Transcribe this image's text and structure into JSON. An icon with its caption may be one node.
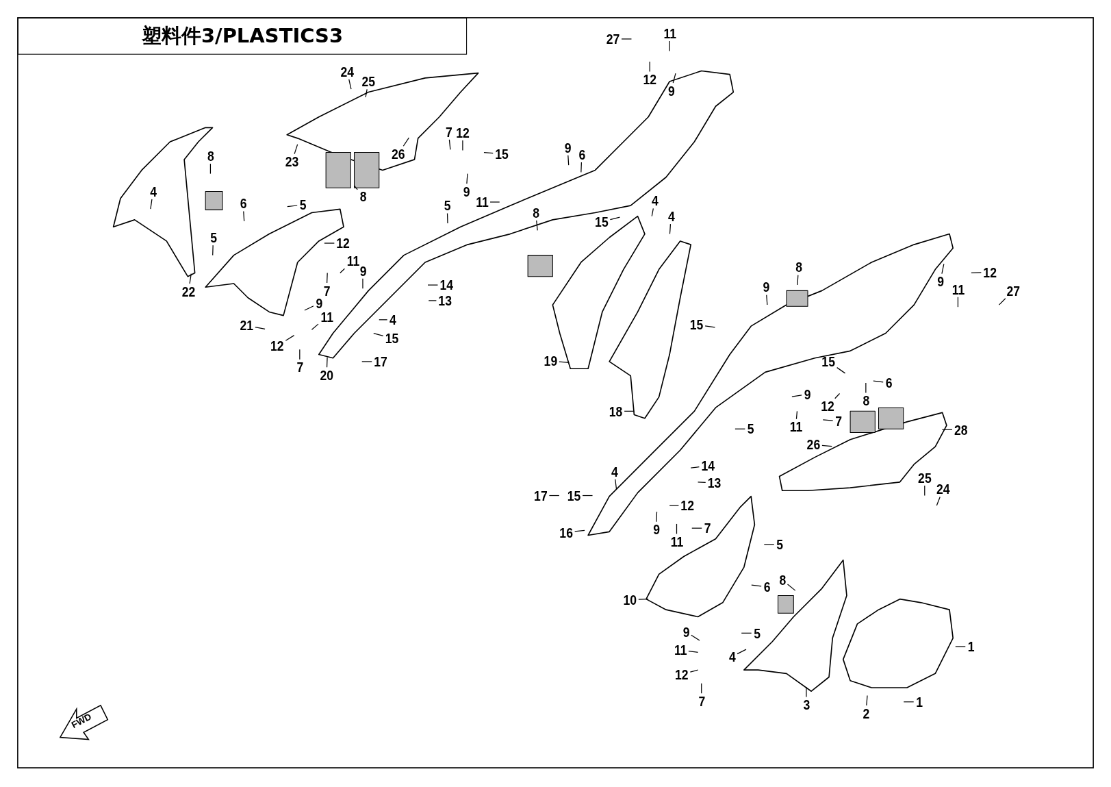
{
  "diagram": {
    "title": "塑料件3/PLASTICS3",
    "nodes": [
      {
        "text": [
          "27"
        ]
      },
      {
        "text": [
          "11"
        ]
      },
      {
        "text": [
          "12"
        ]
      },
      {
        "text": [
          "9"
        ]
      },
      {
        "text": [
          "24"
        ]
      },
      {
        "text": [
          "25"
        ]
      },
      {
        "text": [
          "23"
        ]
      },
      {
        "text": [
          "26"
        ]
      },
      {
        "text": [
          "7"
        ]
      },
      {
        "text": [
          "12"
        ]
      },
      {
        "text": [
          "15"
        ]
      },
      {
        "text": [
          "9"
        ]
      },
      {
        "text": [
          "11"
        ]
      },
      {
        "text": [
          "8"
        ]
      },
      {
        "text": [
          "9"
        ]
      },
      {
        "text": [
          "6"
        ]
      },
      {
        "text": [
          "8"
        ]
      },
      {
        "text": [
          "4"
        ]
      },
      {
        "text": [
          "5"
        ]
      },
      {
        "text": [
          "6"
        ]
      },
      {
        "text": [
          "5"
        ]
      },
      {
        "text": [
          "5"
        ]
      },
      {
        "text": [
          "22"
        ]
      },
      {
        "text": [
          "12"
        ]
      },
      {
        "text": [
          "11"
        ]
      },
      {
        "text": [
          "9"
        ]
      },
      {
        "text": [
          "7"
        ]
      },
      {
        "text": [
          "9"
        ]
      },
      {
        "text": [
          "11"
        ]
      },
      {
        "text": [
          "12"
        ]
      },
      {
        "text": [
          "7"
        ]
      },
      {
        "text": [
          "21"
        ]
      },
      {
        "text": [
          "20"
        ]
      },
      {
        "text": [
          "17"
        ]
      },
      {
        "text": [
          "14"
        ]
      },
      {
        "text": [
          "13"
        ]
      },
      {
        "text": [
          "4"
        ]
      },
      {
        "text": [
          "15"
        ]
      },
      {
        "text": [
          "15"
        ]
      },
      {
        "text": [
          "4"
        ]
      },
      {
        "text": [
          "4"
        ]
      },
      {
        "text": [
          "8"
        ]
      },
      {
        "text": [
          "19"
        ]
      },
      {
        "text": [
          "18"
        ]
      },
      {
        "text": [
          "8"
        ]
      },
      {
        "text": [
          "9"
        ]
      },
      {
        "text": [
          "15"
        ]
      },
      {
        "text": [
          "9"
        ]
      },
      {
        "text": [
          "11"
        ]
      },
      {
        "text": [
          "12"
        ]
      },
      {
        "text": [
          "27"
        ]
      },
      {
        "text": [
          "15"
        ]
      },
      {
        "text": [
          "6"
        ]
      },
      {
        "text": [
          "9"
        ]
      },
      {
        "text": [
          "12"
        ]
      },
      {
        "text": [
          "7"
        ]
      },
      {
        "text": [
          "11"
        ]
      },
      {
        "text": [
          "8"
        ]
      },
      {
        "text": [
          "5"
        ]
      },
      {
        "text": [
          "26"
        ]
      },
      {
        "text": [
          "28"
        ]
      },
      {
        "text": [
          "25"
        ]
      },
      {
        "text": [
          "24"
        ]
      },
      {
        "text": [
          "14"
        ]
      },
      {
        "text": [
          "13"
        ]
      },
      {
        "text": [
          "4"
        ]
      },
      {
        "text": [
          "17"
        ]
      },
      {
        "text": [
          "15"
        ]
      },
      {
        "text": [
          "12"
        ]
      },
      {
        "text": [
          "9"
        ]
      },
      {
        "text": [
          "7"
        ]
      },
      {
        "text": [
          "11"
        ]
      },
      {
        "text": [
          "16"
        ]
      },
      {
        "text": [
          "5"
        ]
      },
      {
        "text": [
          "6"
        ]
      },
      {
        "text": [
          "8"
        ]
      },
      {
        "text": [
          "10"
        ]
      },
      {
        "text": [
          "9"
        ]
      },
      {
        "text": [
          "11"
        ]
      },
      {
        "text": [
          "12"
        ]
      },
      {
        "text": [
          "7"
        ]
      },
      {
        "text": [
          "5"
        ]
      },
      {
        "text": [
          "4"
        ]
      },
      {
        "text": [
          "3"
        ]
      },
      {
        "text": [
          "2"
        ]
      },
      {
        "text": [
          "1"
        ]
      },
      {
        "text": [
          "1"
        ]
      }
    ],
    "edges": [
      {
        "from": 0,
        "to": null,
        "arrow": "none"
      },
      {
        "from": 1,
        "to": null,
        "arrow": "none"
      },
      {
        "from": 2,
        "to": null,
        "arrow": "none"
      },
      {
        "from": 3,
        "to": null,
        "arrow": "none"
      },
      {
        "from": 4,
        "to": null,
        "arrow": "none"
      },
      {
        "from": 5,
        "to": null,
        "arrow": "none"
      },
      {
        "from": 6,
        "to": null,
        "arrow": "none"
      },
      {
        "from": 7,
        "to": null,
        "arrow": "none"
      },
      {
        "from": 8,
        "to": null,
        "arrow": "none"
      },
      {
        "from": 9,
        "to": null,
        "arrow": "none"
      },
      {
        "from": 10,
        "to": null,
        "arrow": "none"
      },
      {
        "from": 11,
        "to": null,
        "arrow": "none"
      },
      {
        "from": 12,
        "to": null,
        "arrow": "none"
      },
      {
        "from": 13,
        "to": null,
        "arrow": "none"
      },
      {
        "from": 14,
        "to": null,
        "arrow": "none"
      },
      {
        "from": 15,
        "to": null,
        "arrow": "none"
      },
      {
        "from": 16,
        "to": null,
        "arrow": "none"
      },
      {
        "from": 17,
        "to": null,
        "arrow": "none"
      },
      {
        "from": 18,
        "to": null,
        "arrow": "none"
      },
      {
        "from": 19,
        "to": null,
        "arrow": "none"
      },
      {
        "from": 20,
        "to": null,
        "arrow": "none"
      },
      {
        "from": 21,
        "to": null,
        "arrow": "none"
      },
      {
        "from": 22,
        "to": null,
        "arrow": "none"
      },
      {
        "from": 23,
        "to": null,
        "arrow": "none"
      },
      {
        "from": 24,
        "to": null,
        "arrow": "none"
      },
      {
        "from": 25,
        "to": null,
        "arrow": "none"
      },
      {
        "from": 26,
        "to": null,
        "arrow": "none"
      },
      {
        "from": 27,
        "to": null,
        "arrow": "none"
      },
      {
        "from": 28,
        "to": null,
        "arrow": "none"
      },
      {
        "from": 29,
        "to": null,
        "arrow": "none"
      },
      {
        "from": 30,
        "to": null,
        "arrow": "none"
      },
      {
        "from": 31,
        "to": null,
        "arrow": "none"
      },
      {
        "from": 32,
        "to": null,
        "arrow": "none"
      },
      {
        "from": 33,
        "to": null,
        "arrow": "none"
      },
      {
        "from": 34,
        "to": null,
        "arrow": "none"
      },
      {
        "from": 35,
        "to": null,
        "arrow": "none"
      },
      {
        "from": 36,
        "to": null,
        "arrow": "none"
      },
      {
        "from": 37,
        "to": null,
        "arrow": "none"
      },
      {
        "from": 38,
        "to": null,
        "arrow": "none"
      },
      {
        "from": 39,
        "to": null,
        "arrow": "none"
      },
      {
        "from": 40,
        "to": null,
        "arrow": "none"
      },
      {
        "from": 41,
        "to": null,
        "arrow": "none"
      },
      {
        "from": 42,
        "to": null,
        "arrow": "none"
      },
      {
        "from": 43,
        "to": null,
        "arrow": "none"
      },
      {
        "from": 44,
        "to": null,
        "arrow": "none"
      },
      {
        "from": 45,
        "to": null,
        "arrow": "none"
      },
      {
        "from": 46,
        "to": null,
        "arrow": "none"
      },
      {
        "from": 47,
        "to": null,
        "arrow": "none"
      },
      {
        "from": 48,
        "to": null,
        "arrow": "none"
      },
      {
        "from": 49,
        "to": null,
        "arrow": "none"
      },
      {
        "from": 50,
        "to": null,
        "arrow": "none"
      },
      {
        "from": 51,
        "to": null,
        "arrow": "none"
      },
      {
        "from": 52,
        "to": null,
        "arrow": "none"
      },
      {
        "from": 53,
        "to": null,
        "arrow": "none"
      },
      {
        "from": 54,
        "to": null,
        "arrow": "none"
      },
      {
        "from": 55,
        "to": null,
        "arrow": "none"
      },
      {
        "from": 56,
        "to": null,
        "arrow": "none"
      },
      {
        "from": 57,
        "to": null,
        "arrow": "none"
      },
      {
        "from": 58,
        "to": null,
        "arrow": "none"
      },
      {
        "from": 59,
        "to": null,
        "arrow": "none"
      },
      {
        "from": 60,
        "to": null,
        "arrow": "none"
      },
      {
        "from": 61,
        "to": null,
        "arrow": "none"
      },
      {
        "from": 62,
        "to": null,
        "arrow": "none"
      },
      {
        "from": 63,
        "to": null,
        "arrow": "none"
      },
      {
        "from": 64,
        "to": null,
        "arrow": "none"
      },
      {
        "from": 65,
        "to": null,
        "arrow": "none"
      },
      {
        "from": 66,
        "to": null,
        "arrow": "none"
      },
      {
        "from": 67,
        "to": null,
        "arrow": "none"
      },
      {
        "from": 68,
        "to": null,
        "arrow": "none"
      },
      {
        "from": 69,
        "to": null,
        "arrow": "none"
      },
      {
        "from": 70,
        "to": null,
        "arrow": "none"
      },
      {
        "from": 71,
        "to": null,
        "arrow": "none"
      },
      {
        "from": 72,
        "to": null,
        "arrow": "none"
      },
      {
        "from": 73,
        "to": null,
        "arrow": "none"
      },
      {
        "from": 74,
        "to": null,
        "arrow": "none"
      },
      {
        "from": 75,
        "to": null,
        "arrow": "none"
      },
      {
        "from": 76,
        "to": null,
        "arrow": "none"
      },
      {
        "from": 77,
        "to": null,
        "arrow": "none"
      },
      {
        "from": 78,
        "to": null,
        "arrow": "none"
      },
      {
        "from": 79,
        "to": null,
        "arrow": "none"
      },
      {
        "from": 80,
        "to": null,
        "arrow": "none"
      },
      {
        "from": 81,
        "to": null,
        "arrow": "none"
      },
      {
        "from": 82,
        "to": null,
        "arrow": "none"
      },
      {
        "from": 83,
        "to": null,
        "arrow": "none"
      },
      {
        "from": 84,
        "to": null,
        "arrow": "none"
      },
      {
        "from": 85,
        "to": null,
        "arrow": "none"
      },
      {
        "from": 86,
        "to": null,
        "arrow": "none"
      }
    ],
    "labels": [
      "FWD"
    ]
  }
}
